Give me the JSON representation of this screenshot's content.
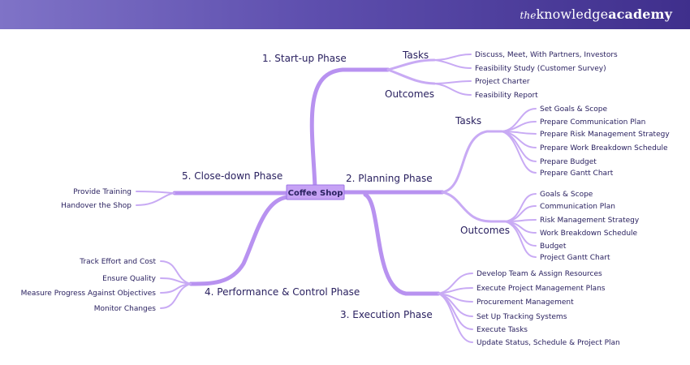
{
  "brand": {
    "prefix": "the",
    "name": "knowledge",
    "suffix": "academy"
  },
  "center": "Coffee Shop",
  "phases": {
    "startup": {
      "label": "1. Start-up Phase",
      "tasks_label": "Tasks",
      "tasks": [
        "Discuss, Meet, With Partners, Investors",
        "Feasibility Study (Customer Survey)",
        "Project Charter"
      ],
      "outcomes_label": "Outcomes",
      "outcomes": [
        "Feasibility Report"
      ]
    },
    "planning": {
      "label": "2. Planning Phase",
      "tasks_label": "Tasks",
      "tasks": [
        "Set Goals & Scope",
        "Prepare Communication Plan",
        "Prepare Risk Management Strategy",
        "Prepare Work Breakdown Schedule",
        "Prepare Budget",
        "Prepare Gantt Chart"
      ],
      "outcomes_label": "Outcomes",
      "outcomes": [
        "Goals & Scope",
        "Communication Plan",
        "Risk Management Strategy",
        "Work Breakdown Schedule",
        "Budget",
        "Project Gantt Chart"
      ]
    },
    "execution": {
      "label": "3. Execution Phase",
      "items": [
        "Develop Team & Assign Resources",
        "Execute Project Management Plans",
        "Procurement Management",
        "Set Up Tracking Systems",
        "Execute Tasks",
        "Update Status, Schedule & Project Plan"
      ]
    },
    "performance": {
      "label": "4. Performance & Control Phase",
      "items": [
        "Track Effort and Cost",
        "Ensure Quality",
        "Measure Progress Against Objectives",
        "Monitor Changes"
      ]
    },
    "closedown": {
      "label": "5. Close-down Phase",
      "items": [
        "Provide Training",
        "Handover the Shop"
      ]
    }
  },
  "colors": {
    "branch": "#c8aaf4",
    "center": "#c6a2f5",
    "text": "#2a2160",
    "header": "#5e4fae"
  }
}
